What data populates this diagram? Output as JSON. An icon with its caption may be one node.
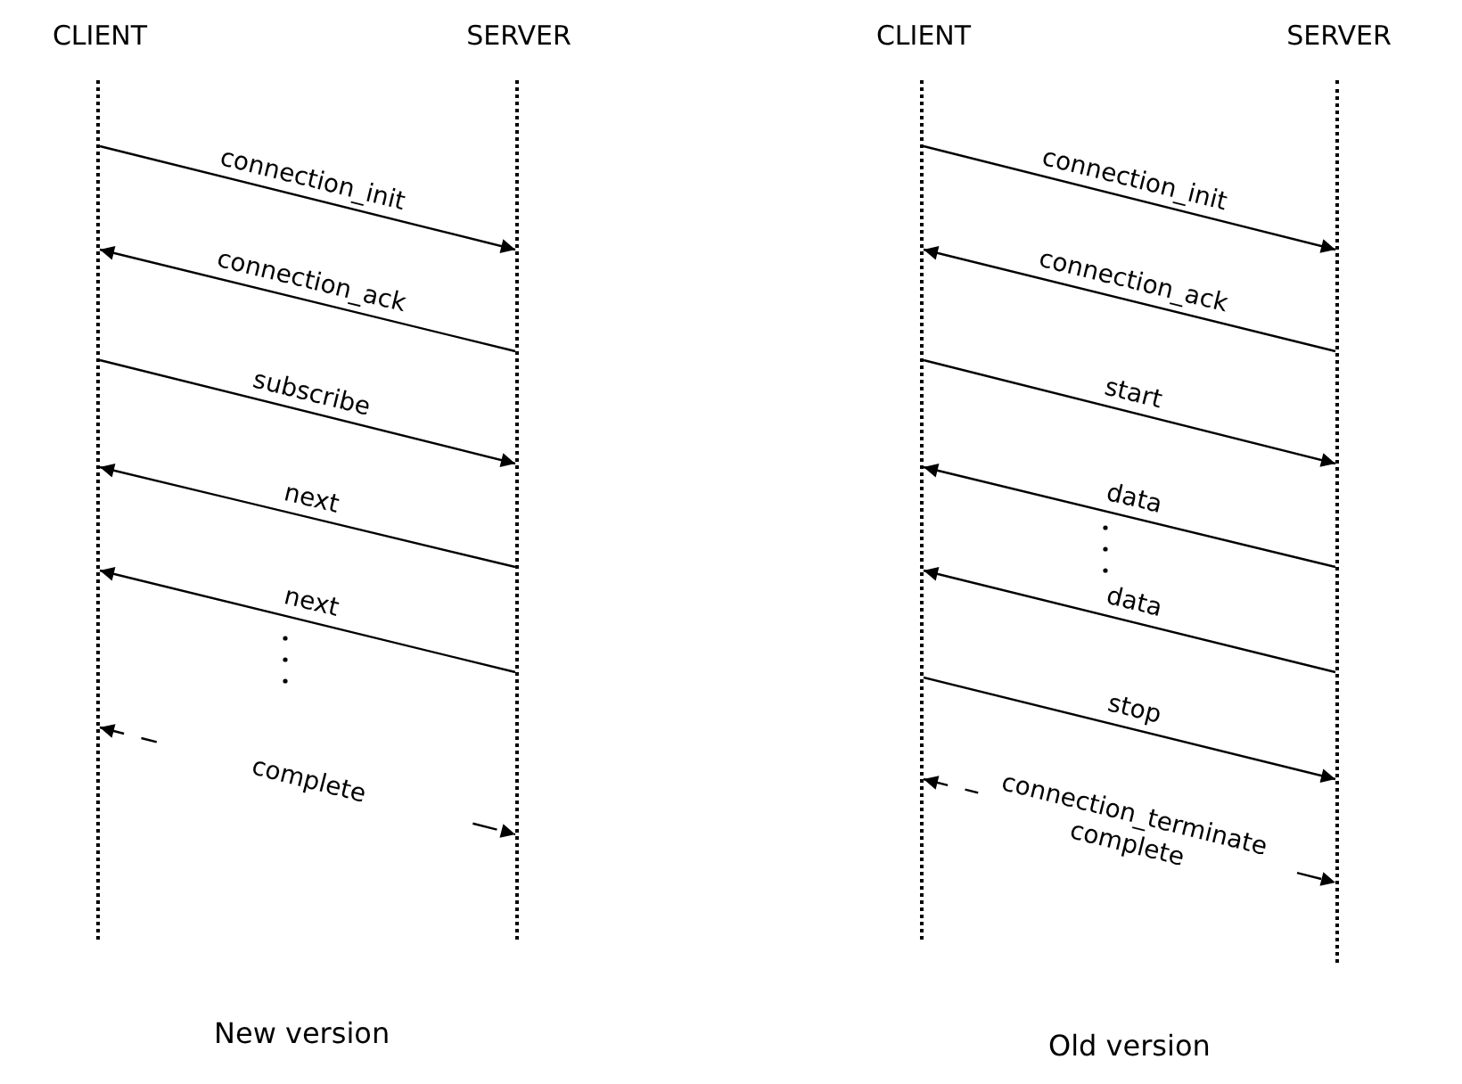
{
  "diagram": {
    "nodes": [
      {
        "text": [
          "CLIENT"
        ]
      },
      {
        "text": [
          "SERVER"
        ]
      },
      {
        "text": [
          "CLIENT"
        ]
      },
      {
        "text": [
          "SERVER"
        ]
      }
    ],
    "edges": [
      {
        "from": 0,
        "to": 1,
        "arrow": "to",
        "label": "connection_init"
      },
      {
        "from": 1,
        "to": 0,
        "arrow": "to",
        "label": "connection_ack"
      },
      {
        "from": 0,
        "to": 1,
        "arrow": "to",
        "label": "subscribe"
      },
      {
        "from": 1,
        "to": 0,
        "arrow": "to",
        "label": "next"
      },
      {
        "from": 1,
        "to": 0,
        "arrow": "to",
        "label": "next"
      },
      {
        "from": 0,
        "to": 1,
        "arrow": "both",
        "label": "complete",
        "style": "dashed"
      },
      {
        "from": 2,
        "to": 3,
        "arrow": "to",
        "label": "connection_init"
      },
      {
        "from": 3,
        "to": 2,
        "arrow": "to",
        "label": "connection_ack"
      },
      {
        "from": 2,
        "to": 3,
        "arrow": "to",
        "label": "start"
      },
      {
        "from": 3,
        "to": 2,
        "arrow": "to",
        "label": "data"
      },
      {
        "from": 3,
        "to": 2,
        "arrow": "to",
        "label": "data"
      },
      {
        "from": 2,
        "to": 3,
        "arrow": "to",
        "label": "stop"
      },
      {
        "from": 2,
        "to": 3,
        "arrow": "both",
        "label": "connection_terminate complete",
        "style": "dashed"
      }
    ],
    "labels": [
      "New version",
      "Old version"
    ]
  }
}
